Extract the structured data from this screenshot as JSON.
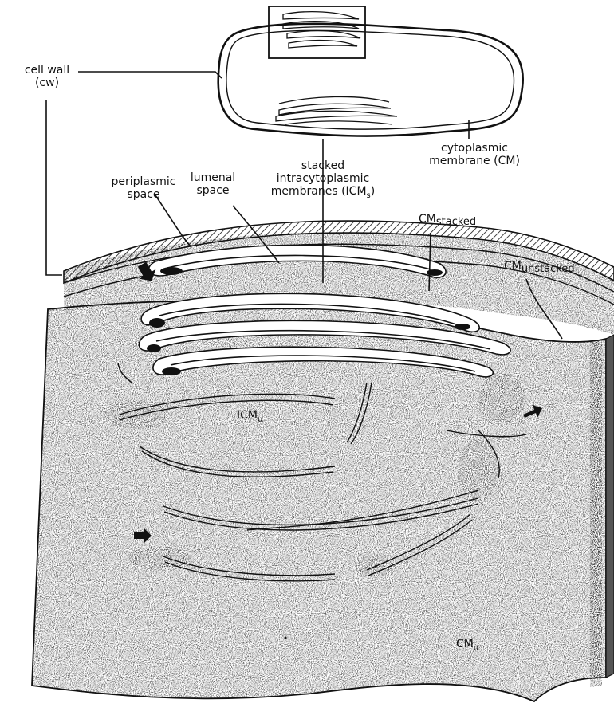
{
  "labels": {
    "cell_wall": {
      "line1": "cell wall",
      "line2": "(cw)"
    },
    "cytoplasmic_membrane": {
      "line1": "cytoplasmic",
      "line2": "membrane (CM)"
    },
    "stacked_icm": {
      "line1": "stacked",
      "line2": "intracytoplasmic",
      "line3_prefix": "membranes (ICM",
      "line3_sub": "s",
      "line3_suffix": ")"
    },
    "periplasmic_space": {
      "line1": "periplasmic",
      "line2": "space"
    },
    "lumenal_space": {
      "line1": "lumenal",
      "line2": "space"
    },
    "cm_stacked": {
      "main": "CM",
      "sub": "stacked"
    },
    "cm_unstacked": {
      "main": "CM",
      "sub": "unstacked"
    },
    "icm_u": {
      "main": "ICM",
      "sub": "u"
    },
    "cm_u": {
      "main": "CM",
      "sub": "u"
    }
  },
  "colors": {
    "ink": "#111111",
    "paper": "#ffffff",
    "stipple": "#3a3a3a"
  }
}
